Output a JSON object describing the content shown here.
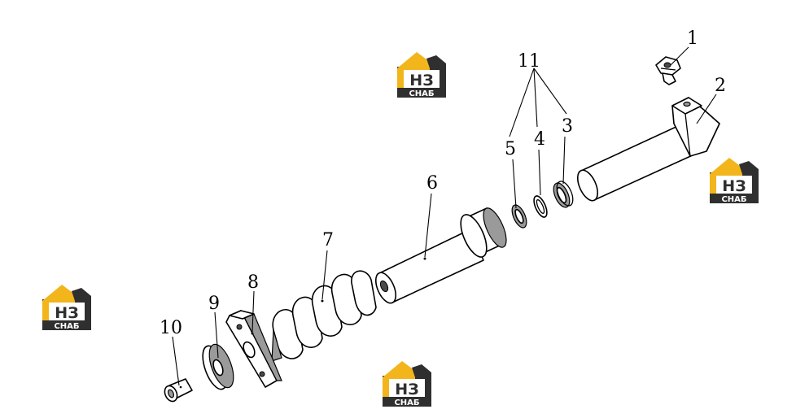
{
  "callouts": [
    {
      "id": "1",
      "label": "1"
    },
    {
      "id": "2",
      "label": "2"
    },
    {
      "id": "3",
      "label": "3"
    },
    {
      "id": "4",
      "label": "4"
    },
    {
      "id": "5",
      "label": "5"
    },
    {
      "id": "6",
      "label": "6"
    },
    {
      "id": "7",
      "label": "7"
    },
    {
      "id": "8",
      "label": "8"
    },
    {
      "id": "9",
      "label": "9"
    },
    {
      "id": "10",
      "label": "10"
    },
    {
      "id": "11",
      "label": "11"
    }
  ],
  "logo": {
    "mark": "НЗ",
    "caption": "СНАБ",
    "colors": {
      "yellow": "#f2b51c",
      "dark": "#2f2f2f",
      "white": "#ffffff"
    }
  }
}
